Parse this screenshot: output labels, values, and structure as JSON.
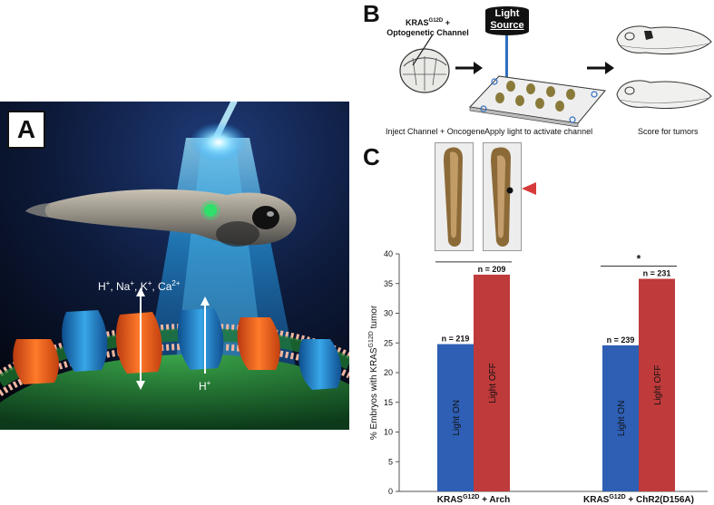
{
  "panel_a": {
    "label": "A",
    "ions_label": "H+, Na+, K+, Ca2+",
    "ions_parts": [
      "H",
      "+",
      ", Na",
      "+",
      ", K",
      "+",
      ", Ca",
      "2+"
    ],
    "proton_label": "H",
    "proton_sup": "+"
  },
  "panel_b": {
    "label": "B",
    "construct_main": "KRAS",
    "construct_sup": "G12D",
    "construct_suffix": " +",
    "construct_line2": "Optogenetic Channel",
    "light_source_line1": "Light",
    "light_source_line2": "Source",
    "step1": "Inject Channel + Oncogene",
    "step2": "Apply light to activate channel",
    "step3": "Score for tumors"
  },
  "panel_c": {
    "label": "C"
  },
  "chart_data": {
    "type": "bar",
    "ylabel_parts": [
      "% Embryos with KRAS",
      "G12D",
      " tumor"
    ],
    "ylim": [
      0,
      40
    ],
    "yticks": [
      "0",
      "5",
      "10",
      "15",
      "20",
      "25",
      "30",
      "35",
      "40"
    ],
    "groups": [
      {
        "name_main": "KRAS",
        "name_sup": "G12D",
        "name_suffix": " + Arch"
      },
      {
        "name_main": "KRAS",
        "name_sup": "G12D",
        "name_suffix": " + ChR2(D156A)"
      }
    ],
    "series": [
      {
        "name": "Light ON",
        "color": "#2e5fb4",
        "values": [
          24.8,
          24.6
        ],
        "n_labels": [
          "n = 219",
          "n = 239"
        ]
      },
      {
        "name": "Light OFF",
        "color": "#bf3a3a",
        "values": [
          36.5,
          35.8
        ],
        "n_labels": [
          "n = 209",
          "n = 231"
        ]
      }
    ],
    "significance": [
      "",
      "*"
    ]
  },
  "colors": {
    "light_on": "#2e5fb4",
    "light_off": "#bf3a3a",
    "panel_a_bg": "#0a1226",
    "beam": "#33b6ff"
  }
}
